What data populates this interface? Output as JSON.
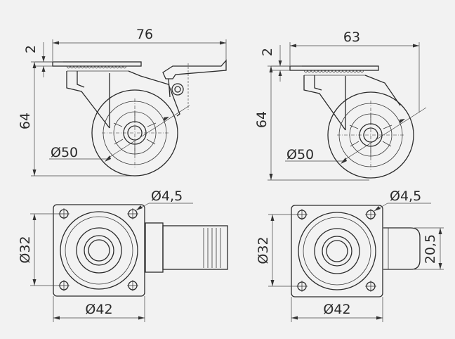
{
  "colors": {
    "background": "#f2f2f2",
    "line": "#2b2b2b",
    "dimension": "#444444"
  },
  "views": {
    "side_brake": {
      "top_plate_width": "76",
      "plate_thickness": "2",
      "height": "64",
      "wheel_diameter": "Ø50"
    },
    "side_plain": {
      "top_plate_width": "63",
      "plate_thickness": "2",
      "height": "64",
      "wheel_diameter": "Ø50"
    },
    "top_brake": {
      "hole_diameter": "Ø4,5",
      "hole_pitch": "Ø32",
      "plate_size": "Ø42"
    },
    "top_plain": {
      "hole_diameter": "Ø4,5",
      "hole_pitch": "Ø32",
      "plate_size": "Ø42",
      "wheel_width": "20,5"
    }
  }
}
